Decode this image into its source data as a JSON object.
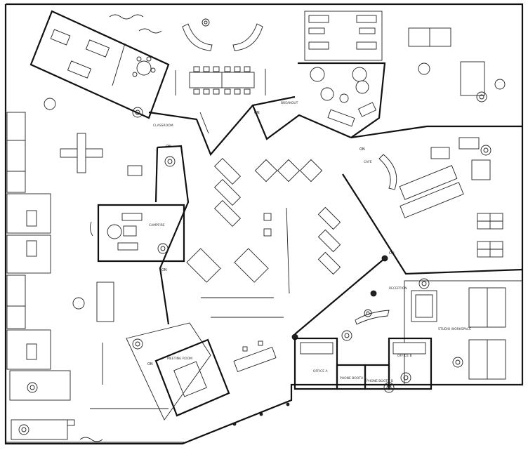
{
  "rooms": {
    "classroom": "CLASSROOM",
    "breakout": "BREAKOUT",
    "cafe": "CAFE",
    "campfire": "CAMPFIRE",
    "reception": "RECEPTION",
    "studio": "STUDIO WORKSPACE",
    "meeting": "MEETING ROOM",
    "office_a": "OFFICE A",
    "office_b": "OFFICE B",
    "phone_a": "PHONE BOOTH A",
    "phone_b": "PHONE BOOTH B"
  },
  "doors": {
    "on": "ON"
  },
  "icons": [
    "accessibility-icon",
    "spiral-sculpture-icon"
  ]
}
